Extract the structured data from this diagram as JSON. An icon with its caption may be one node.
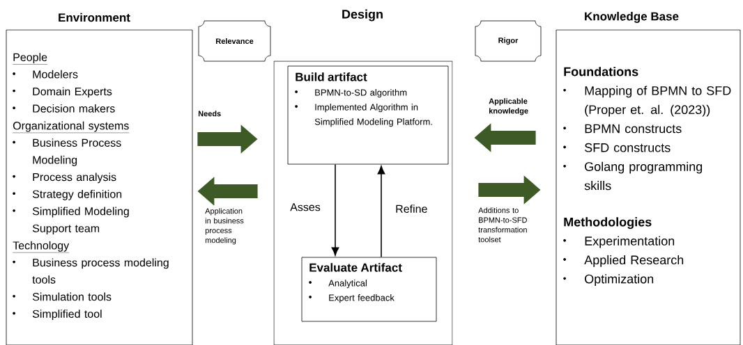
{
  "diagram": {
    "nodes": [
      {
        "text": [
          "Environment",
          "People",
          "Modelers",
          "Domain Experts",
          "Decision makers",
          "Organizational systems",
          "Business Process Modeling",
          "Process analysis",
          "Strategy definition",
          "Simplified Modeling Support team",
          "Technology",
          "Business process modeling tools",
          "Simulation tools",
          "Simplified tool"
        ]
      },
      {
        "text": [
          "Relevance"
        ]
      },
      {
        "text": [
          "Design"
        ]
      },
      {
        "text": [
          "Build artifact",
          "BPMN-to-SD algorithm",
          "Implemented Algorithm in Simplified Modeling Platform."
        ],
        "in": 2
      },
      {
        "text": [
          "Evaluate Artifact",
          "Analytical",
          "Expert feedback"
        ],
        "in": 2
      },
      {
        "text": [
          "Rigor"
        ]
      },
      {
        "text": [
          "Knowledge Base",
          "Foundations",
          "Mapping of BPMN to SFD (Proper et. al. (2023))",
          "BPMN constructs",
          "SFD constructs",
          "Golang programming skills",
          "Methodologies",
          "Experimentation",
          "Applied Research",
          "Optimization"
        ]
      }
    ],
    "edges": [
      {
        "from": 0,
        "to": 2,
        "arrow": "to",
        "label": "Needs"
      },
      {
        "from": 2,
        "to": 0,
        "arrow": "to",
        "label": "Application in business process modeling"
      },
      {
        "from": 6,
        "to": 2,
        "arrow": "to",
        "label": "Applicable knowledge"
      },
      {
        "from": 2,
        "to": 6,
        "arrow": "to",
        "label": "Additions to BPMN-to-SFD transformation toolset"
      },
      {
        "from": 3,
        "to": 4,
        "arrow": "to",
        "label": "Asses",
        "color": "#000000"
      },
      {
        "from": 4,
        "to": 3,
        "arrow": "to",
        "label": "Refine",
        "color": "#000000"
      }
    ]
  }
}
